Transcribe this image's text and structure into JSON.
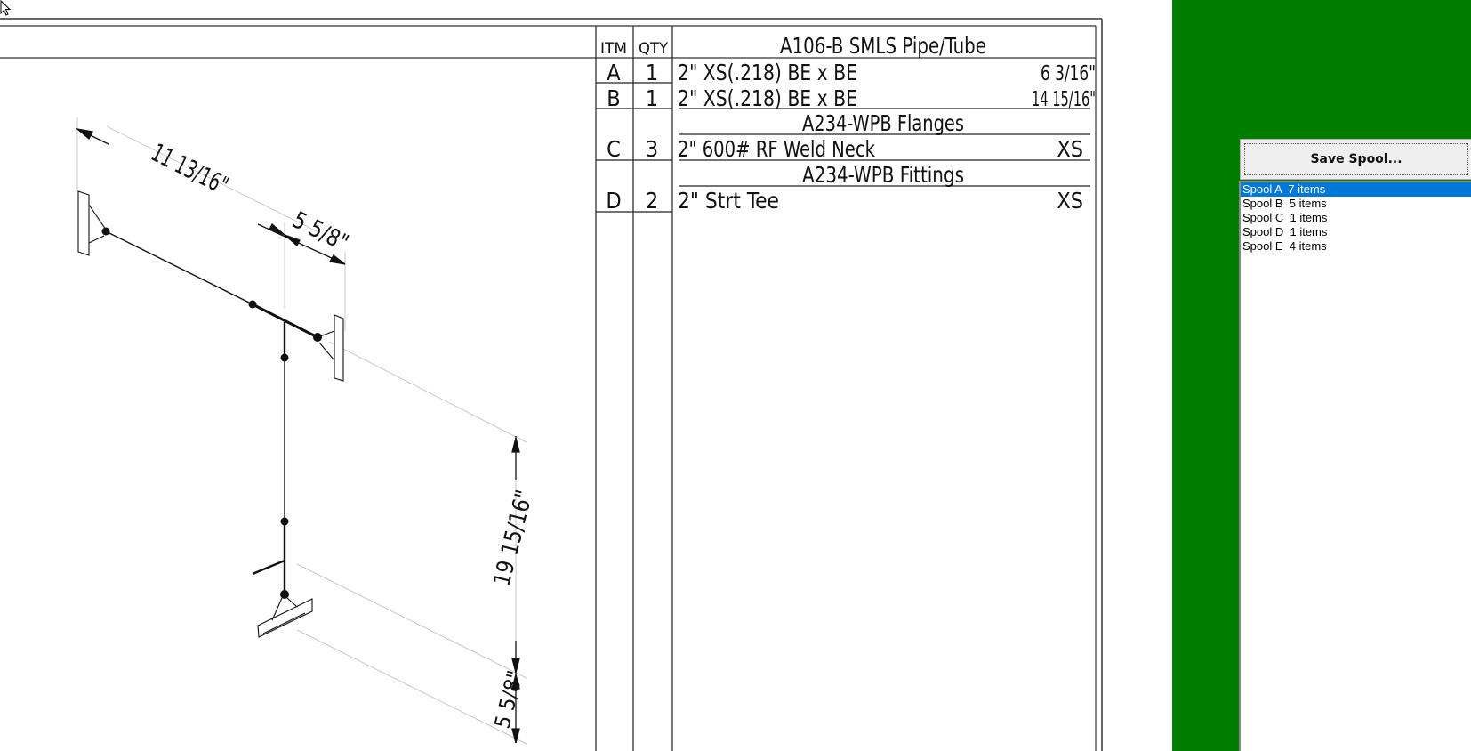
{
  "drawing": {
    "dimensions": {
      "top_overall": "11 13/16\"",
      "top_branch": "5 5/8\"",
      "vertical_main": "19 15/16\"",
      "vertical_bottom": "5 5/8\""
    }
  },
  "bom": {
    "headers": {
      "item": "ITM",
      "qty": "QTY"
    },
    "sections": [
      {
        "title": "A106-B SMLS Pipe/Tube",
        "rows": [
          {
            "item": "A",
            "qty": "1",
            "description": "2\"  XS(.218)  BE x BE",
            "value": "6 3/16\""
          },
          {
            "item": "B",
            "qty": "1",
            "description": "2\"  XS(.218)  BE x BE",
            "value": "14 15/16\""
          }
        ]
      },
      {
        "title": "A234-WPB Flanges",
        "rows": [
          {
            "item": "C",
            "qty": "3",
            "description": "2\"  600# RF Weld Neck",
            "value": "XS"
          }
        ]
      },
      {
        "title": "A234-WPB Fittings",
        "rows": [
          {
            "item": "D",
            "qty": "2",
            "description": "2\"  Strt Tee",
            "value": "XS"
          }
        ]
      }
    ]
  },
  "panel": {
    "background_color": "#007c00",
    "save_button_label": "Save Spool...",
    "spools": [
      {
        "label": "Spool A  7 items",
        "selected": true
      },
      {
        "label": "Spool B  5 items",
        "selected": false
      },
      {
        "label": "Spool C  1 items",
        "selected": false
      },
      {
        "label": "Spool D  1 items",
        "selected": false
      },
      {
        "label": "Spool E  4 items",
        "selected": false
      }
    ],
    "selection_color": "#0078d7"
  }
}
